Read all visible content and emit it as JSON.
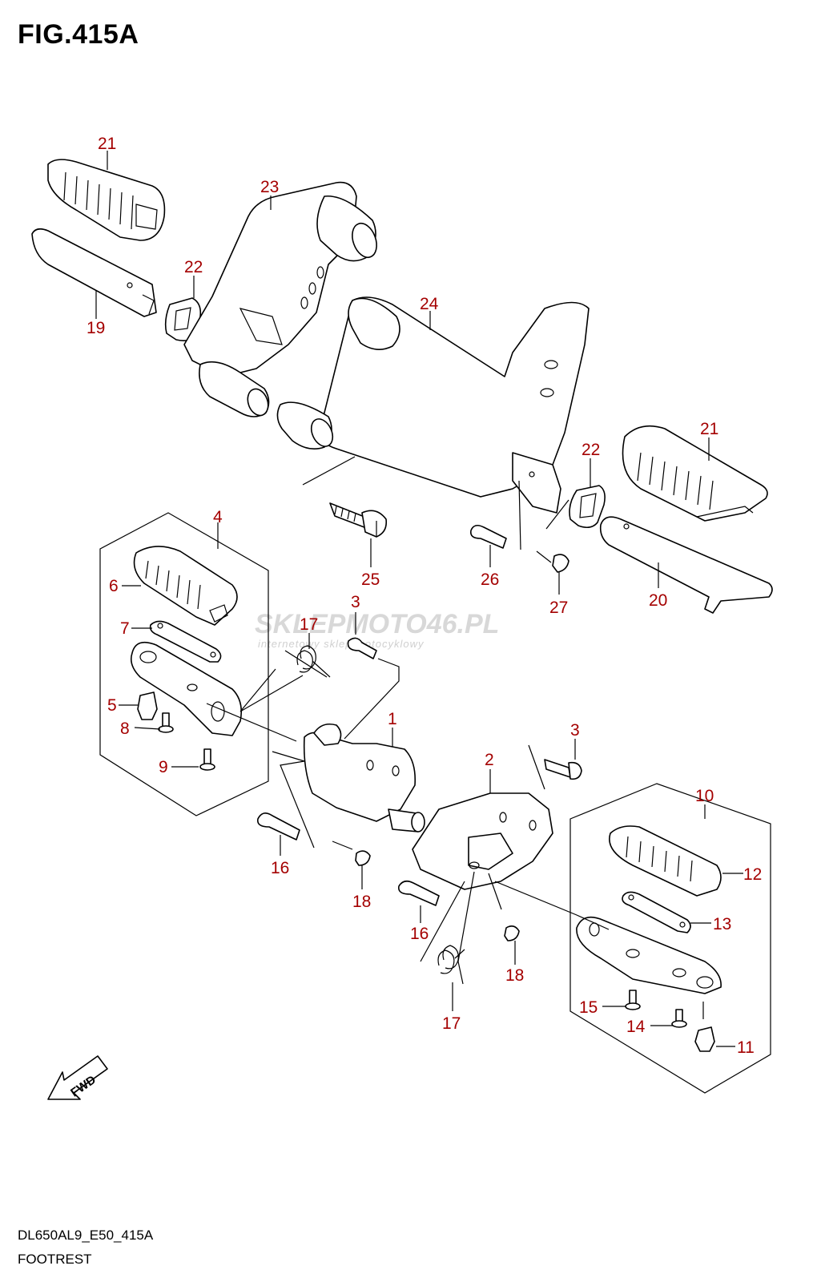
{
  "figure": {
    "title": "FIG.415A",
    "code": "DL650AL9_E50_415A",
    "name": "FOOTREST"
  },
  "watermark": {
    "brand": "SKLEPMOTO46.PL",
    "tagline": "internetowy sklep motocyklowy"
  },
  "fwd_label": "FWD",
  "callouts": [
    "21",
    "23",
    "22",
    "19",
    "24",
    "21",
    "22",
    "4",
    "6",
    "7",
    "5",
    "8",
    "9",
    "25",
    "26",
    "27",
    "20",
    "3",
    "17",
    "1",
    "3",
    "2",
    "10",
    "16",
    "18",
    "12",
    "13",
    "16",
    "18",
    "17",
    "15",
    "14",
    "11"
  ],
  "colors": {
    "callout": "#a40000",
    "line": "#000000",
    "watermark": "#d8d8d8"
  }
}
